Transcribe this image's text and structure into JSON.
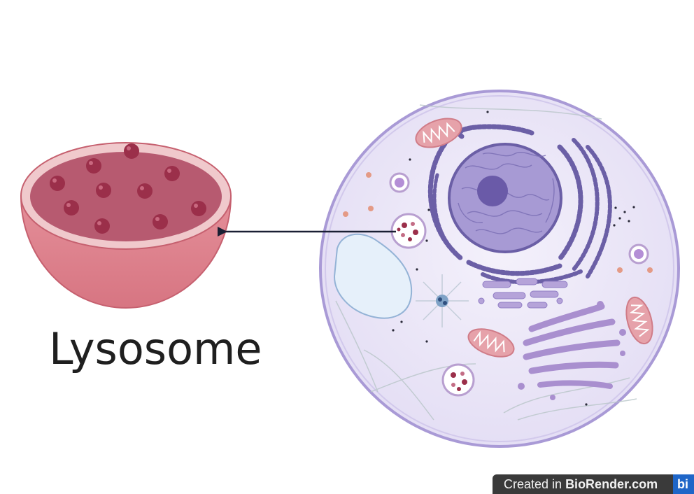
{
  "diagram": {
    "label": "Lysosome",
    "watermark": {
      "prefix": "Created in ",
      "brand": "BioRender.com",
      "logo": "bi"
    },
    "colors": {
      "lysosome_outer": "#df8791",
      "lysosome_rim": "#f0c9cc",
      "lysosome_inner": "#b75a70",
      "granule": "#9b2f4a",
      "cell_fill": "#ece8f8",
      "cell_membrane": "#a99ad6",
      "nucleus": "#8a7fc0",
      "nucleolus": "#6a5aa8",
      "er": "#6b5fa6",
      "golgi": "#a98fcf",
      "mitochondria": "#e6a2aa",
      "arrow": "#1a1f33"
    },
    "icons": [
      "lysosome-cup-icon",
      "animal-cell-icon",
      "pointer-arrow-icon"
    ]
  }
}
